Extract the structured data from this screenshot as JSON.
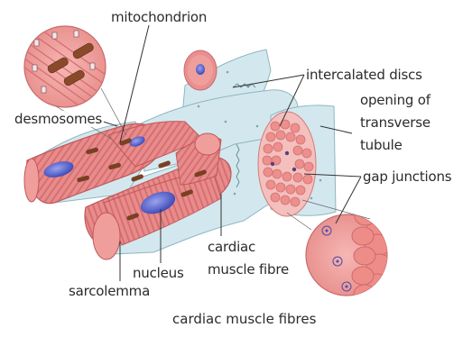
{
  "labels": {
    "mitochondrion": "mitochondrion",
    "intercalated_discs": "intercalated discs",
    "opening_of": "opening of",
    "transverse": "transverse",
    "tubule": "tubule",
    "desmosomes": "desmosomes",
    "gap_junctions": "gap junctions",
    "cardiac": "cardiac",
    "muscle_fibre": "muscle fibre",
    "nucleus": "nucleus",
    "sarcolemma": "sarcolemma"
  },
  "caption": "cardiac muscle fibres",
  "colors": {
    "muscle": "#e98f8f",
    "muscle_dark": "#cf5f62",
    "sarcolemma": "#cfe6ec",
    "nucleus": "#4f5cc9",
    "mitochondrion": "#8a4a2a",
    "leader": "#333333"
  }
}
